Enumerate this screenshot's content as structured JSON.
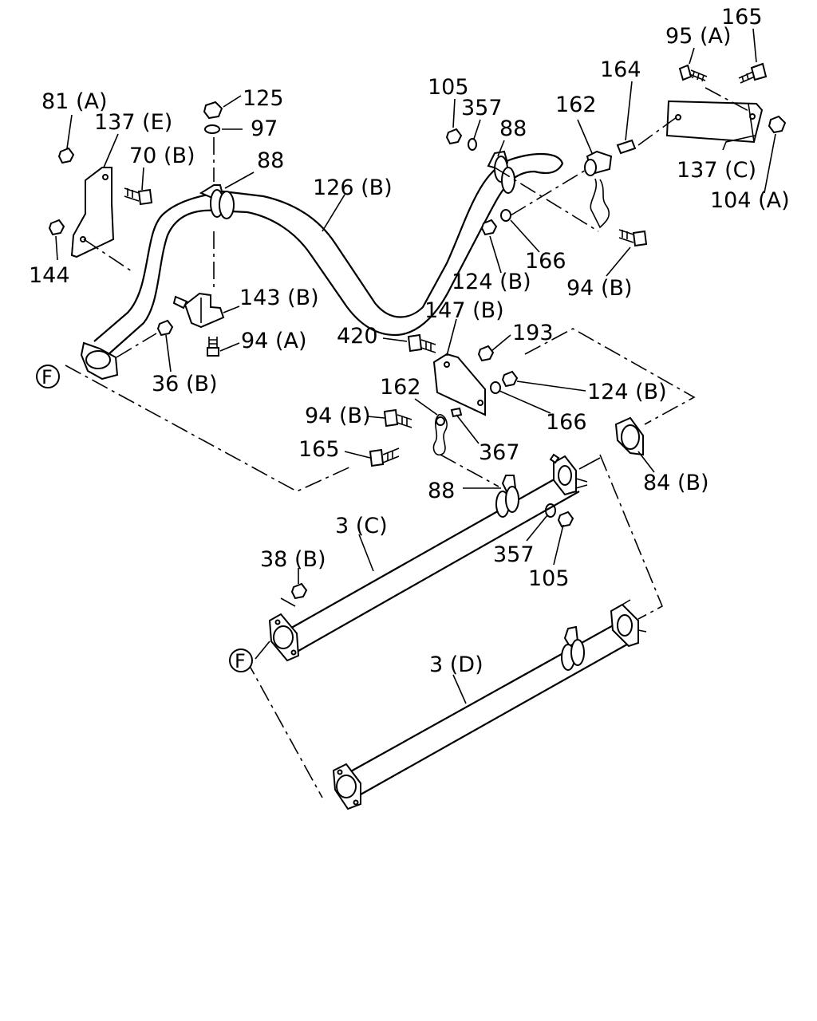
{
  "diagram": {
    "labels": {
      "l_165_top": "165",
      "l_95A": "95 (A)",
      "l_164": "164",
      "l_162_top": "162",
      "l_105_top": "105",
      "l_357_top": "357",
      "l_88_top_right": "88",
      "l_81A": "81 (A)",
      "l_137E": "137 (E)",
      "l_125": "125",
      "l_97": "97",
      "l_70B": "70 (B)",
      "l_88_top_left": "88",
      "l_126B": "126 (B)",
      "l_137C": "137 (C)",
      "l_104A": "104 (A)",
      "l_144": "144",
      "l_166_top": "166",
      "l_124B_top": "124 (B)",
      "l_94B_top": "94 (B)",
      "l_143B": "143 (B)",
      "l_147B": "147 (B)",
      "l_420": "420",
      "l_193": "193",
      "l_94A": "94 (A)",
      "l_36B": "36 (B)",
      "l_F_top": "F",
      "l_124B_mid": "124 (B)",
      "l_162_mid": "162",
      "l_166_mid": "166",
      "l_94B_mid": "94 (B)",
      "l_165_mid": "165",
      "l_367": "367",
      "l_84B": "84 (B)",
      "l_88_mid": "88",
      "l_3C": "3 (C)",
      "l_357_mid": "357",
      "l_105_mid": "105",
      "l_38B": "38 (B)",
      "l_F_bottom": "F",
      "l_3D": "3 (D)"
    }
  }
}
